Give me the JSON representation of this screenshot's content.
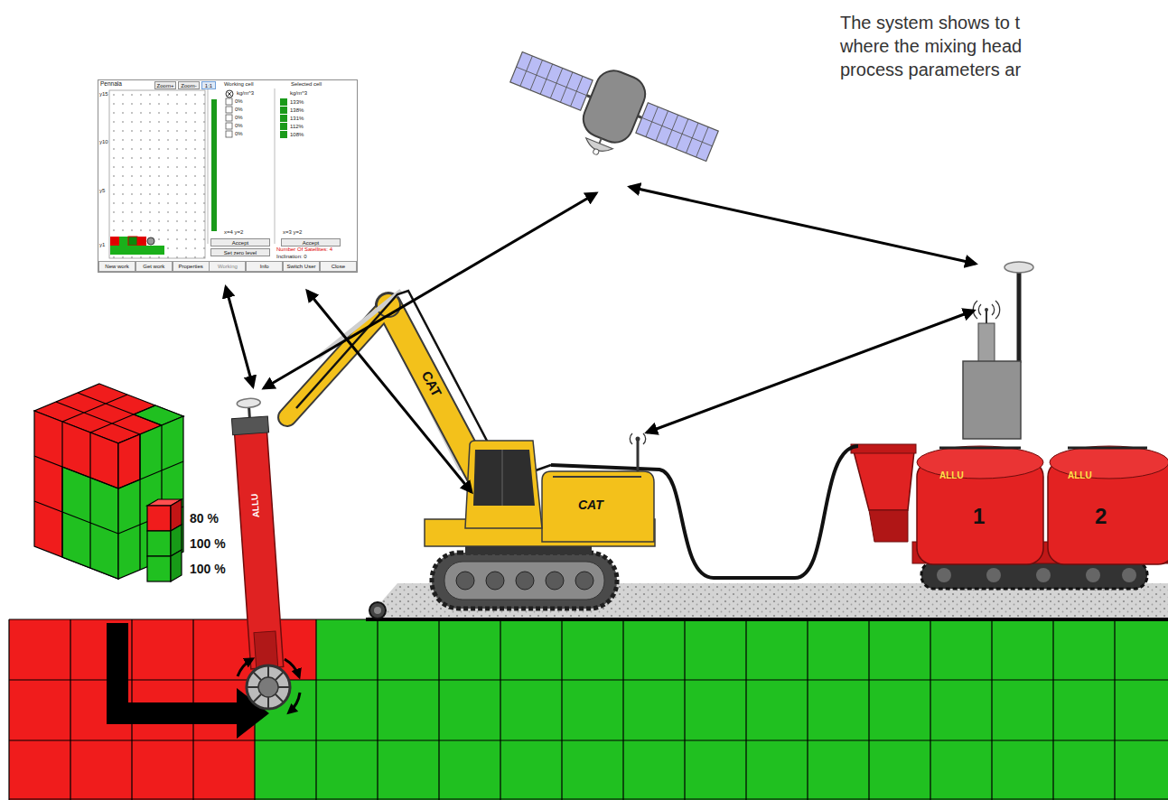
{
  "diagram": {
    "nodes": [
      {
        "text": [
          "Pennala"
        ]
      },
      {
        "text": [
          "Zoom+"
        ],
        "in": 0
      },
      {
        "text": [
          "Zoom-"
        ],
        "in": 0
      },
      {
        "text": [
          "1:1"
        ],
        "in": 0
      },
      {
        "text": [
          "Accept"
        ],
        "in": 0
      },
      {
        "text": [
          "Set zero level"
        ],
        "in": 0
      },
      {
        "text": [
          "Accept"
        ],
        "in": 0
      },
      {
        "text": [
          "New work"
        ],
        "in": 0
      },
      {
        "text": [
          "Get work"
        ],
        "in": 0
      },
      {
        "text": [
          "Properties"
        ],
        "in": 0
      },
      {
        "text": [
          "Working"
        ],
        "in": 0
      },
      {
        "text": [
          "Info"
        ],
        "in": 0
      },
      {
        "text": [
          "Switch User"
        ],
        "in": 0
      },
      {
        "text": [
          "Close"
        ],
        "in": 0
      }
    ],
    "labels": [
      "The system shows to t where the mixing head process parameters ar",
      "y15",
      "y10",
      "y5",
      "y1",
      "Working cell",
      "kg/m^3",
      "0%",
      "0%",
      "0%",
      "0%",
      "0%",
      "Selected cell",
      "kg/m^3",
      "133%",
      "138%",
      "131%",
      "112%",
      "108%",
      "x=4 y=2",
      "x=3 y=2",
      "Number Of Satellites: 4",
      "Inclination: 0",
      "80 %",
      "100 %",
      "100 %",
      "CAT",
      "CAT",
      "ALLU",
      "ALLU",
      "ALLU",
      "1",
      "2"
    ]
  }
}
